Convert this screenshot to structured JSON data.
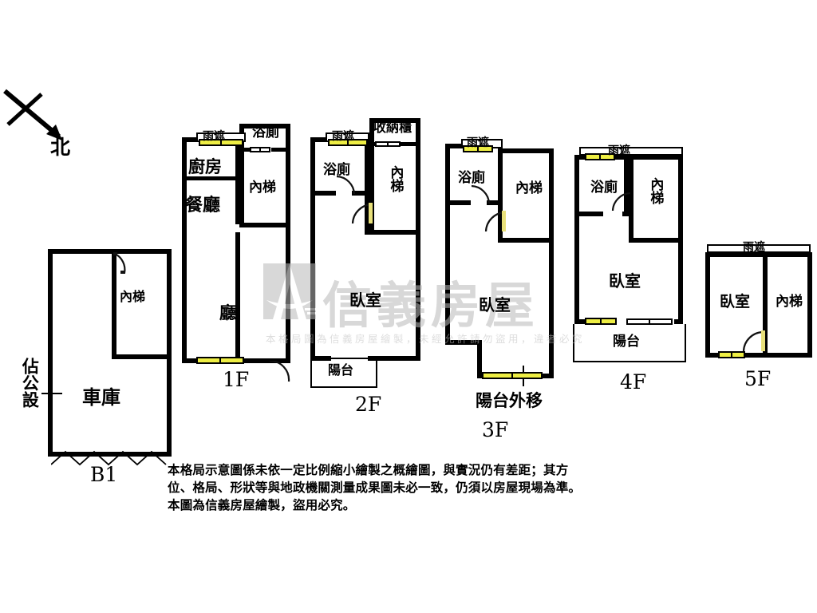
{
  "compass": {
    "label": "北",
    "name": "north-arrow"
  },
  "annotations": {
    "public_area": "佔\n公\n設",
    "public_area_chars": [
      "佔",
      "公",
      "設"
    ]
  },
  "floors": [
    {
      "id": "b1",
      "caption": "B1",
      "rooms": [
        {
          "name": "garage",
          "label": "車庫"
        },
        {
          "name": "inner-stair",
          "label": "內梯"
        }
      ]
    },
    {
      "id": "1f",
      "caption": "1F",
      "rooms": [
        {
          "name": "awning",
          "label": "雨遮"
        },
        {
          "name": "bathroom",
          "label": "浴廁"
        },
        {
          "name": "kitchen",
          "label": "廚房"
        },
        {
          "name": "dining",
          "label": "餐廳"
        },
        {
          "name": "living",
          "label": "廳"
        },
        {
          "name": "inner-stair",
          "label": "內梯"
        }
      ]
    },
    {
      "id": "2f",
      "caption": "2F",
      "rooms": [
        {
          "name": "awning",
          "label": "雨遮"
        },
        {
          "name": "storage-cabinet",
          "label": "收納櫃"
        },
        {
          "name": "bathroom",
          "label": "浴廁"
        },
        {
          "name": "inner-stair",
          "label": "內梯"
        },
        {
          "name": "bedroom",
          "label": "臥室"
        },
        {
          "name": "balcony",
          "label": "陽台"
        }
      ]
    },
    {
      "id": "3f",
      "caption": "3F",
      "note": "陽台外移",
      "rooms": [
        {
          "name": "awning",
          "label": "雨遮"
        },
        {
          "name": "bathroom",
          "label": "浴廁"
        },
        {
          "name": "inner-stair",
          "label": "內梯"
        },
        {
          "name": "bedroom",
          "label": "臥室"
        }
      ]
    },
    {
      "id": "4f",
      "caption": "4F",
      "rooms": [
        {
          "name": "awning",
          "label": "雨遮"
        },
        {
          "name": "bathroom",
          "label": "浴廁"
        },
        {
          "name": "inner-stair",
          "label": "內梯"
        },
        {
          "name": "bedroom",
          "label": "臥室"
        },
        {
          "name": "balcony",
          "label": "陽台"
        }
      ]
    },
    {
      "id": "5f",
      "caption": "5F",
      "rooms": [
        {
          "name": "awning",
          "label": "雨遮"
        },
        {
          "name": "bedroom",
          "label": "臥室"
        },
        {
          "name": "inner-stair",
          "label": "內梯"
        }
      ]
    }
  ],
  "watermark": {
    "brand": "信義房屋",
    "fine_print": "本格局圖為信義房屋繪製，未經允許請勿盜用，違者必究"
  },
  "disclaimer": {
    "line1": "本格局示意圖係未依一定比例縮小繪製之概繪圖，與實況仍有差距；其方",
    "line2": "位、格局、形狀等與地政機關測量成果圖未必一致，仍須以房屋現場為準。",
    "line3": "本圖為信義房屋繪製，盜用必究。"
  },
  "colors": {
    "wall": "#000000",
    "window": "#eeee44",
    "background": "#ffffff",
    "watermark": "#b9b9b9",
    "door_leaf": "#e8e07a"
  }
}
